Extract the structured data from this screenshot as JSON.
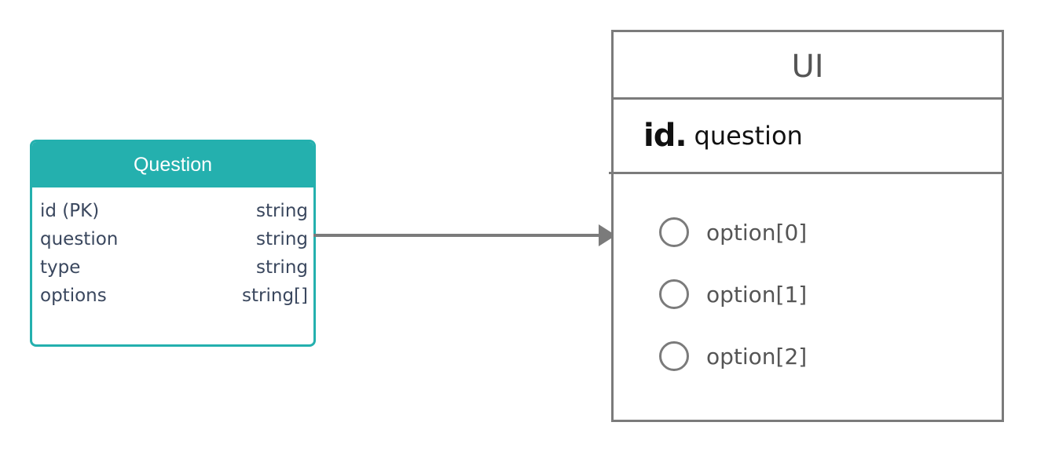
{
  "entity": {
    "title": "Question",
    "fields": [
      {
        "name": "id (PK)",
        "type": "string"
      },
      {
        "name": "question",
        "type": "string"
      },
      {
        "name": "type",
        "type": "string"
      },
      {
        "name": "options",
        "type": "string[]"
      }
    ]
  },
  "ui_panel": {
    "title": "UI",
    "id_prefix": "id.",
    "question": "question",
    "options": [
      "option[0]",
      "option[1]",
      "option[2]"
    ]
  },
  "colors": {
    "entity_accent": "#24b0ae",
    "field_text": "#3a475e",
    "panel_border": "#7b7b7b",
    "arrow": "#7b7b7b"
  },
  "icons": {
    "arrow_head": "triangle-arrowhead",
    "radio": "radio-button-circle"
  }
}
